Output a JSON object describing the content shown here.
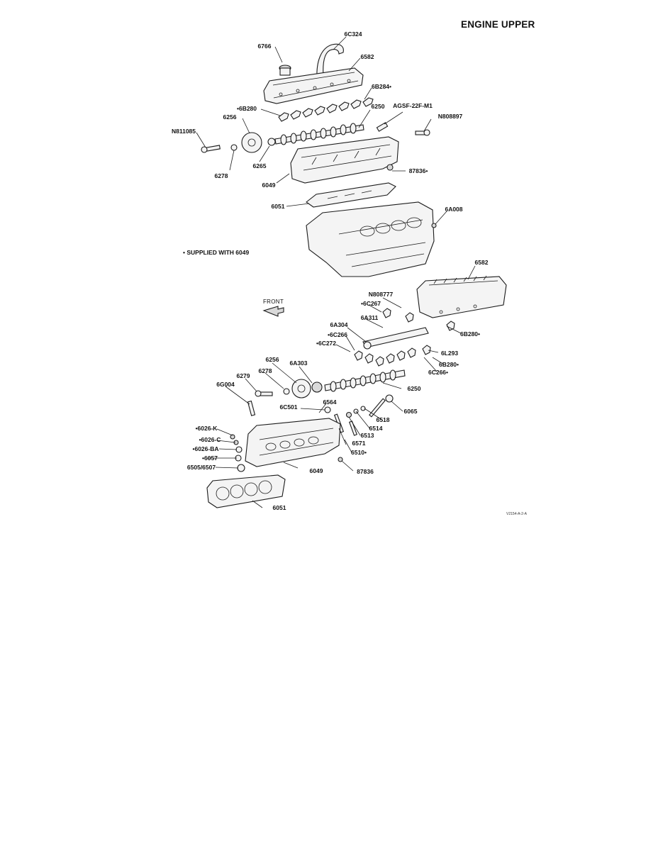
{
  "page": {
    "title": "ENGINE UPPER"
  },
  "notes": {
    "supplied": "• SUPPLIED WITH 6049",
    "front": "FRONT",
    "figure_code": "V2154-A-2-A"
  },
  "labels": {
    "upper": [
      "6C324",
      "6766",
      "6582",
      "6B284•",
      "•6B280",
      "6250",
      "AGSF-22F-M1",
      "6256",
      "N808897",
      "N811085",
      "87836•",
      "6265",
      "6278",
      "6049",
      "6051",
      "6A008"
    ],
    "lower": [
      "6582",
      "N808777",
      "•6C267",
      "6A311",
      "6A304",
      "•6C266",
      "•6C272",
      "6B280•",
      "6L293",
      "6B280•",
      "6C266•",
      "6256",
      "6A303",
      "6278",
      "6279",
      "6G004",
      "6250",
      "6C501",
      "6564",
      "6065",
      "6518",
      "6514",
      "6513",
      "6571",
      "6510•",
      "•6026-K",
      "•6026-C",
      "•6026-BA",
      "•6057",
      "6505/6507",
      "6049",
      "87836",
      "6051"
    ]
  }
}
